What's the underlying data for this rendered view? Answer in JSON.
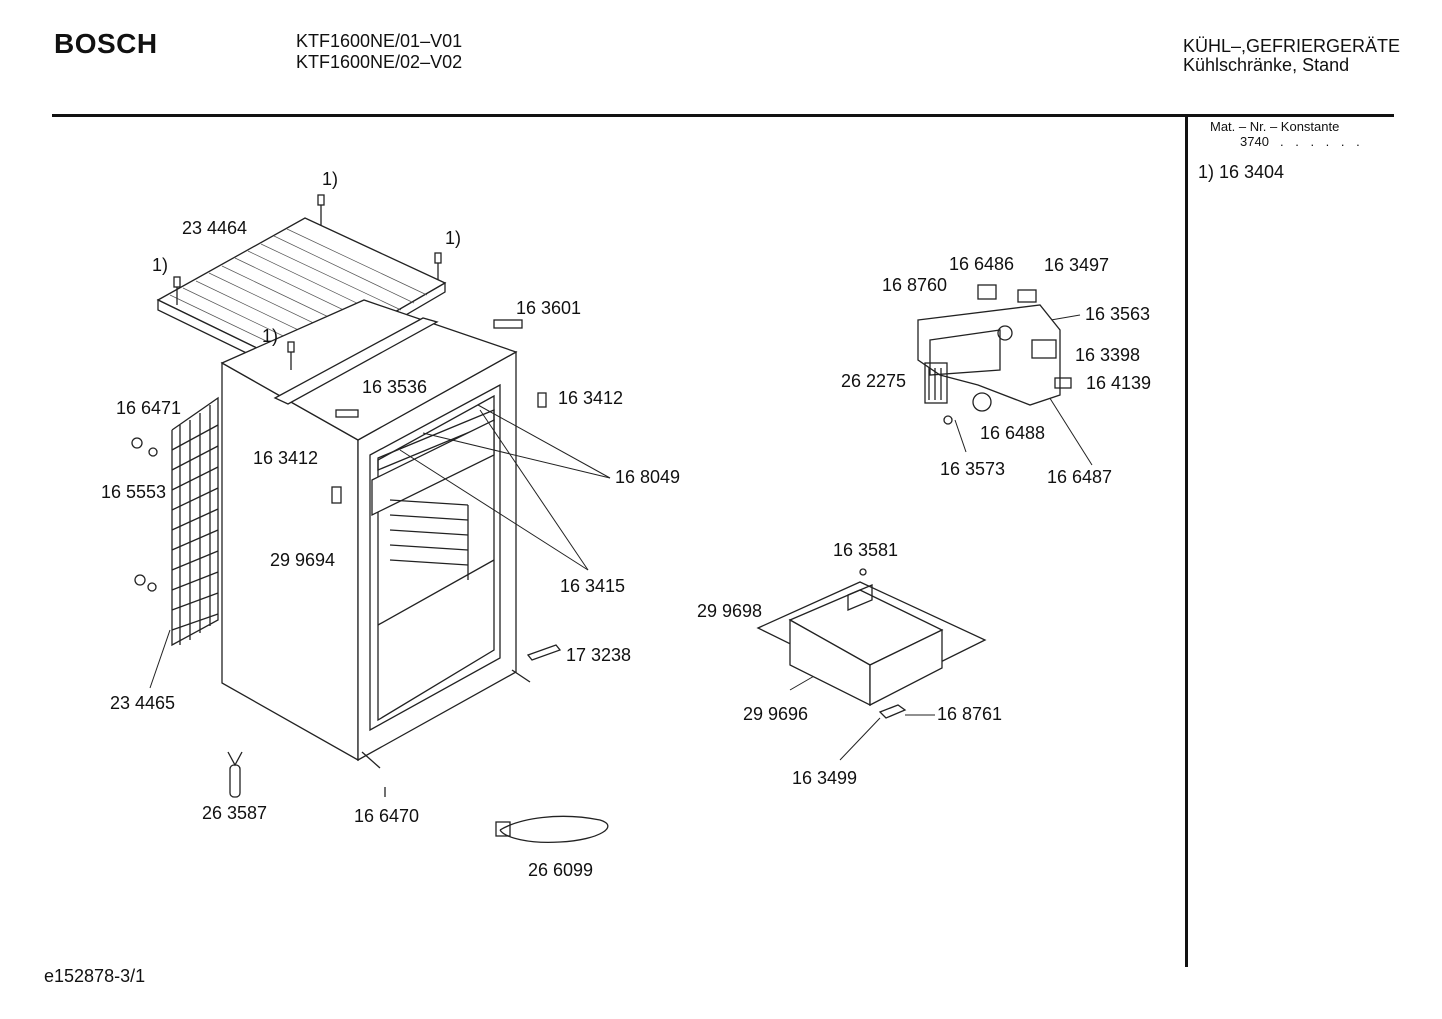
{
  "header": {
    "brand": "BOSCH",
    "models": [
      "KTF1600NE/01–V01",
      "KTF1600NE/02–V02"
    ],
    "category": "KÜHL–,GEFRIERGERÄTE",
    "subcategory": "Kühlschränke, Stand"
  },
  "sidebar": {
    "mat_title": "Mat. – Nr. – Konstante",
    "mat_constant": "3740",
    "mat_dots": ". . . . . .",
    "note": "1)  16 3404"
  },
  "footer": {
    "drawing_id": "e152878-3/1"
  },
  "parts": {
    "p234464": "23 4464",
    "note1a": "1)",
    "note1b": "1)",
    "note1c": "1)",
    "note1d": "1)",
    "p163601": "16 3601",
    "p163536": "16 3536",
    "p163412a": "16 3412",
    "p163412b": "16 3412",
    "p166471": "16 6471",
    "p165553": "16 5553",
    "p168049": "16 8049",
    "p299694": "29 9694",
    "p163415": "16 3415",
    "p173238": "17 3238",
    "p234465": "23 4465",
    "p263587": "26 3587",
    "p166470": "16 6470",
    "p266099": "26 6099",
    "p166486": "16 6486",
    "p163497": "16 3497",
    "p168760": "16 8760",
    "p163563": "16 3563",
    "p163398": "16 3398",
    "p262275": "26 2275",
    "p164139": "16 4139",
    "p166488": "16 6488",
    "p163573": "16 3573",
    "p166487": "16 6487",
    "p163581": "16 3581",
    "p299698": "29 9698",
    "p299696": "29 9696",
    "p168761": "16 8761",
    "p163499": "16 3499"
  }
}
